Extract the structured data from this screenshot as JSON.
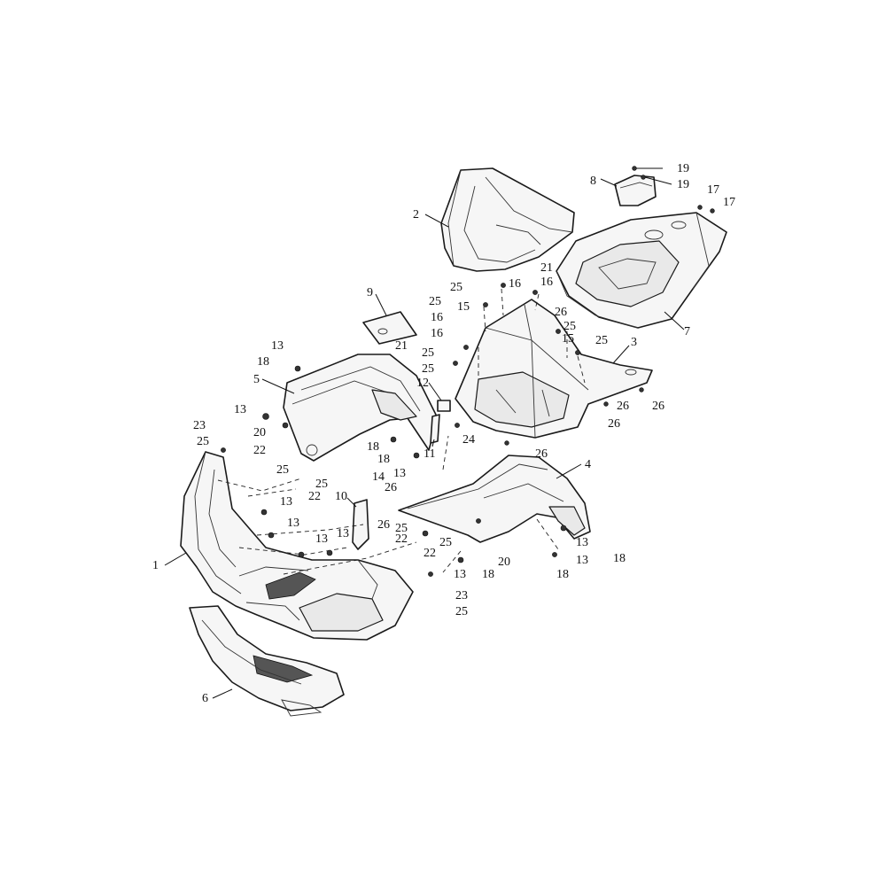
{
  "callouts": [
    {
      "text": "1"
    },
    {
      "text": "2"
    },
    {
      "text": "3"
    },
    {
      "text": "4"
    },
    {
      "text": "5"
    },
    {
      "text": "6"
    },
    {
      "text": "7"
    },
    {
      "text": "8"
    },
    {
      "text": "9"
    },
    {
      "text": "10"
    },
    {
      "text": "11"
    },
    {
      "text": "12"
    },
    {
      "text": "13"
    },
    {
      "text": "13"
    },
    {
      "text": "13"
    },
    {
      "text": "13"
    },
    {
      "text": "13"
    },
    {
      "text": "13"
    },
    {
      "text": "13"
    },
    {
      "text": "13"
    },
    {
      "text": "13"
    },
    {
      "text": "13"
    },
    {
      "text": "14"
    },
    {
      "text": "15"
    },
    {
      "text": "15"
    },
    {
      "text": "16"
    },
    {
      "text": "16"
    },
    {
      "text": "16"
    },
    {
      "text": "16"
    },
    {
      "text": "17"
    },
    {
      "text": "17"
    },
    {
      "text": "18"
    },
    {
      "text": "18"
    },
    {
      "text": "18"
    },
    {
      "text": "18"
    },
    {
      "text": "18"
    },
    {
      "text": "18"
    },
    {
      "text": "19"
    },
    {
      "text": "19"
    },
    {
      "text": "20"
    },
    {
      "text": "20"
    },
    {
      "text": "21"
    },
    {
      "text": "21"
    },
    {
      "text": "22"
    },
    {
      "text": "22"
    },
    {
      "text": "22"
    },
    {
      "text": "22"
    },
    {
      "text": "23"
    },
    {
      "text": "23"
    },
    {
      "text": "24"
    },
    {
      "text": "25"
    },
    {
      "text": "25"
    },
    {
      "text": "25"
    },
    {
      "text": "25"
    },
    {
      "text": "25"
    },
    {
      "text": "25"
    },
    {
      "text": "25"
    },
    {
      "text": "25"
    },
    {
      "text": "25"
    },
    {
      "text": "25"
    },
    {
      "text": "25"
    },
    {
      "text": "25"
    },
    {
      "text": "26"
    },
    {
      "text": "26"
    },
    {
      "text": "26"
    },
    {
      "text": "26"
    },
    {
      "text": "26"
    },
    {
      "text": "26"
    },
    {
      "text": "26"
    }
  ]
}
